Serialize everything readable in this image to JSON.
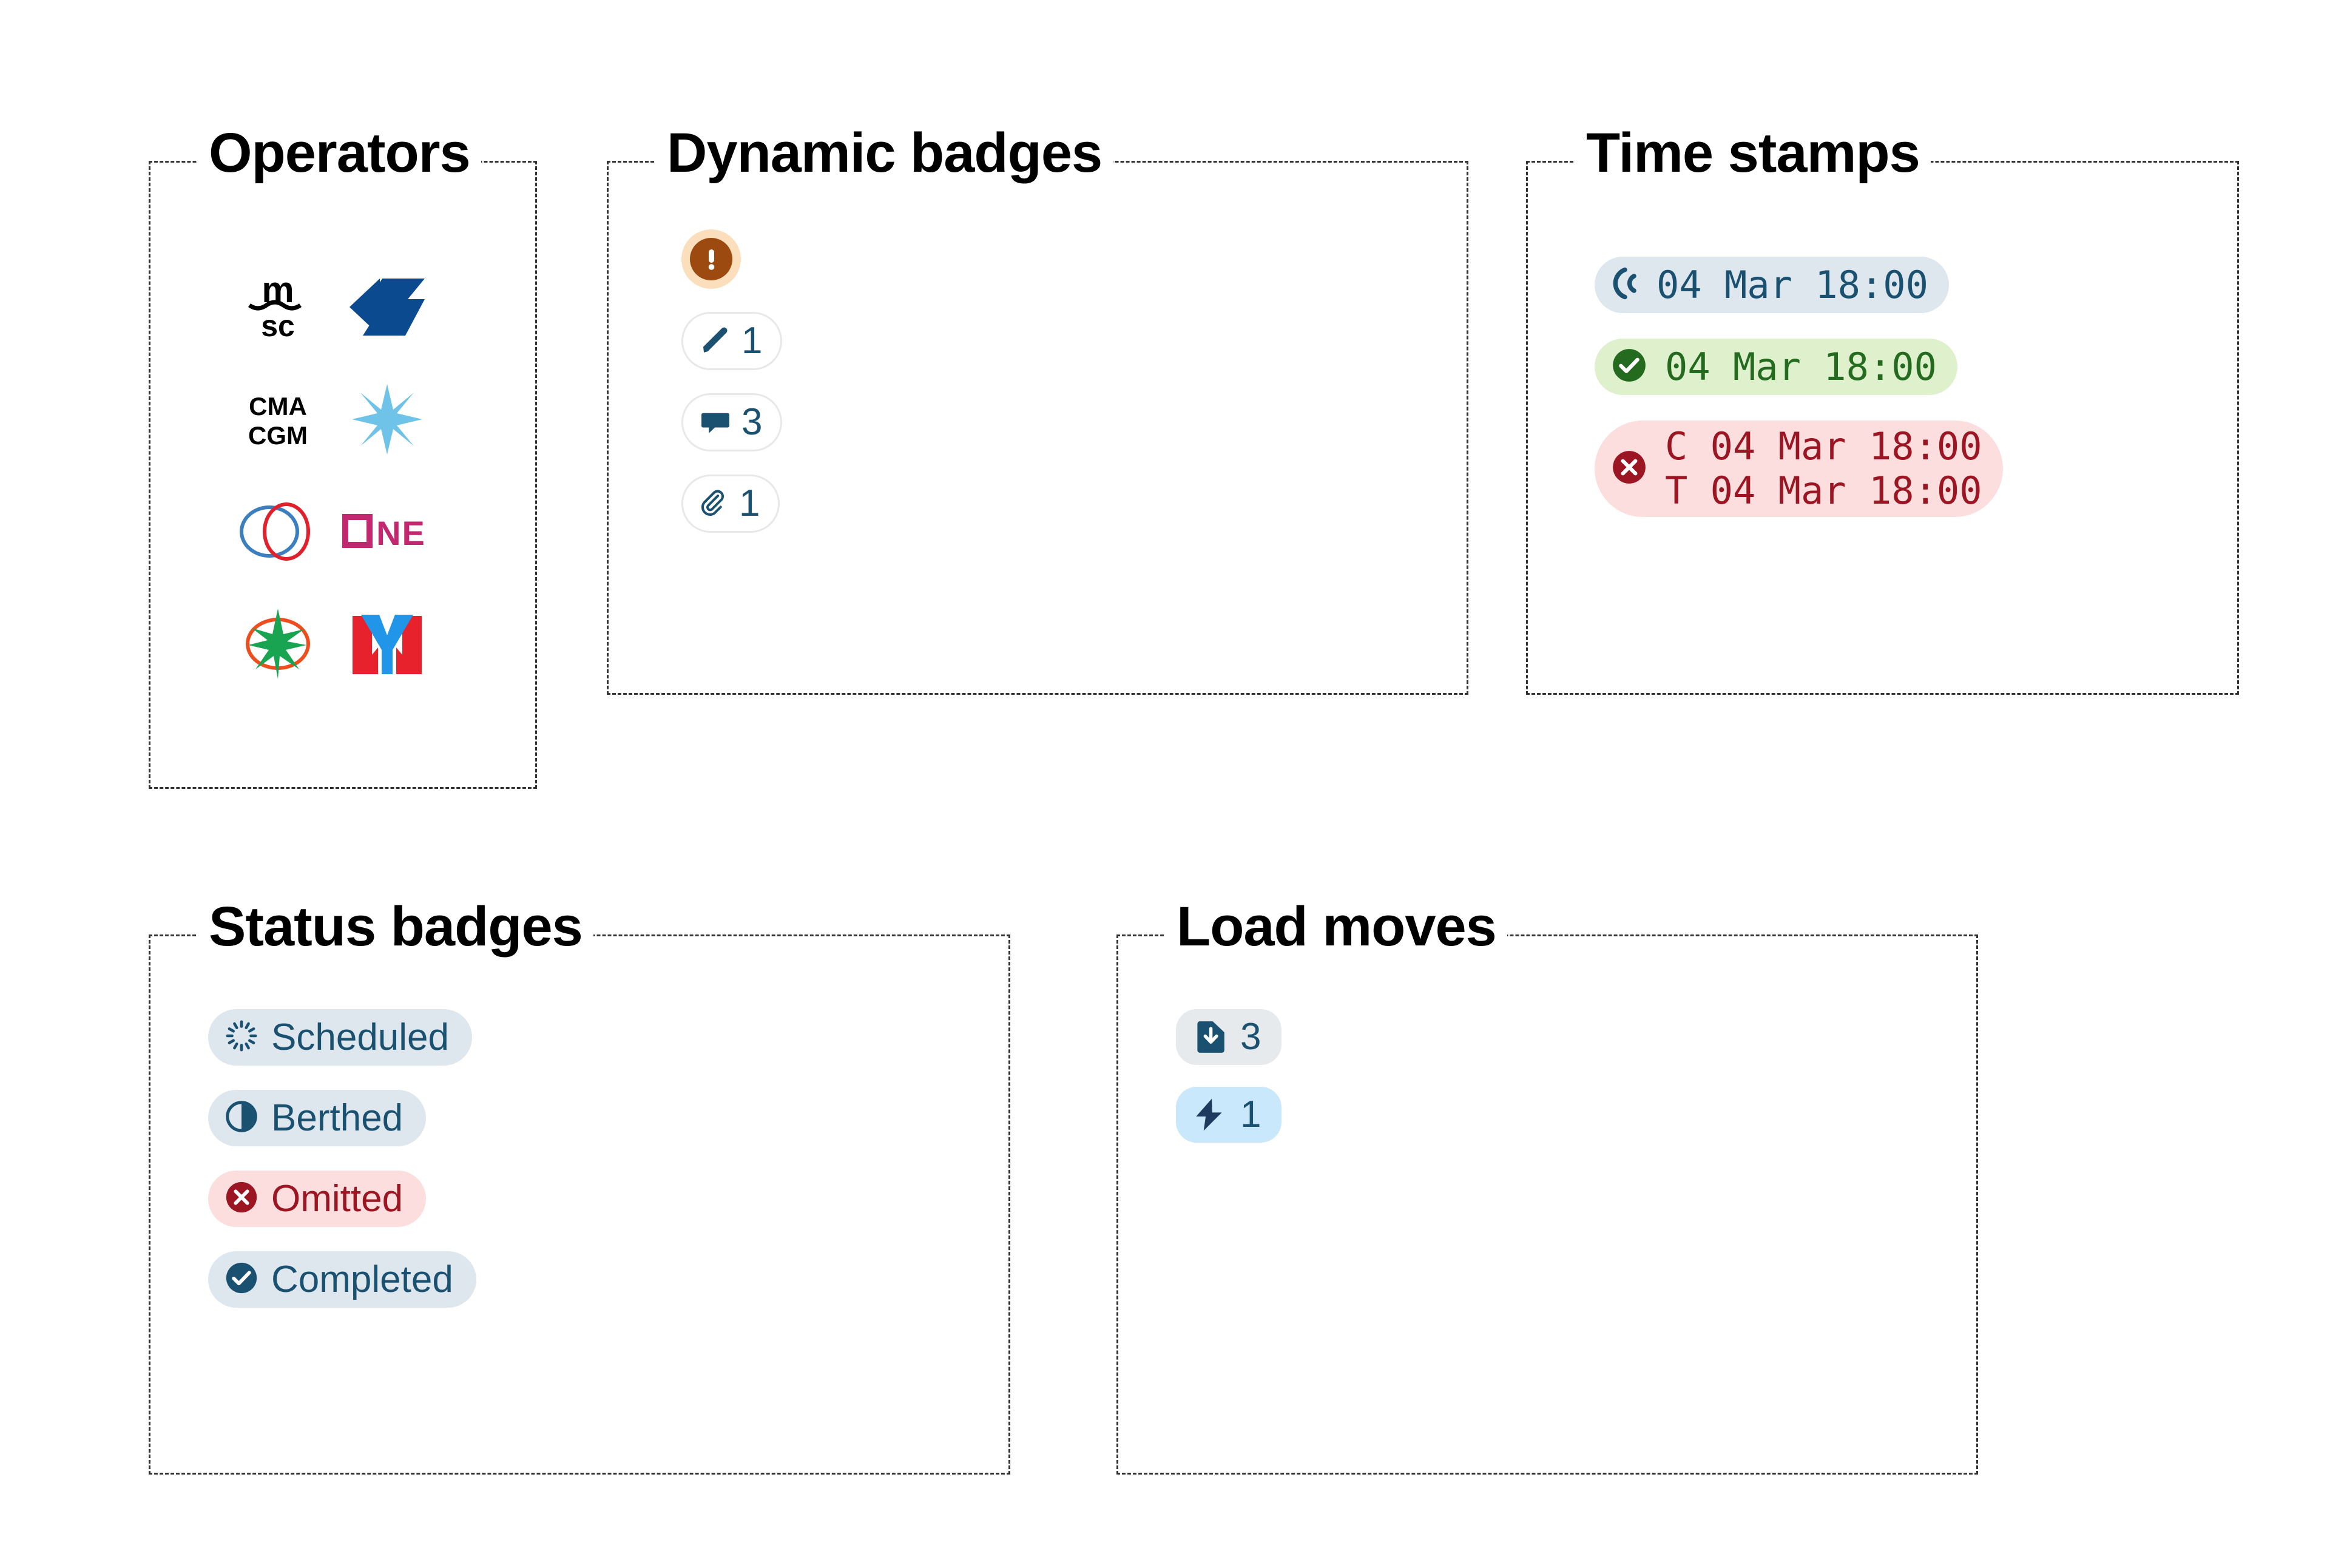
{
  "groups": {
    "operators": {
      "title": "Operators"
    },
    "dynamic": {
      "title": "Dynamic badges"
    },
    "timestamps": {
      "title": "Time stamps"
    },
    "status": {
      "title": "Status badges"
    },
    "loads": {
      "title": "Load moves"
    }
  },
  "operators": {
    "items": [
      {
        "name": "msc-logo",
        "label": "MSC",
        "line1": "m",
        "line2": "sc",
        "color": "#000000"
      },
      {
        "name": "hapag-lloyd-chevron-logo",
        "label": "Hapag-Lloyd",
        "color": "#0b4a8f"
      },
      {
        "name": "cma-cgm-logo",
        "label": "CMA CGM",
        "line1": "CMA",
        "line2": "CGM",
        "color": "#000000"
      },
      {
        "name": "maersk-star-logo",
        "label": "Maersk",
        "color": "#6fc3e8"
      },
      {
        "name": "oocl-circles-logo",
        "label": "OOCL",
        "color_a": "#3c7fbf",
        "color_b": "#e0202a"
      },
      {
        "name": "one-logo",
        "label": "ONE",
        "text": "ONE",
        "color": "#c3276f"
      },
      {
        "name": "evergreen-compass-logo",
        "label": "Evergreen",
        "color_a": "#ee4d1e",
        "color_b": "#18a451"
      },
      {
        "name": "yang-ming-logo",
        "label": "Yang Ming",
        "color_a": "#e8222c",
        "color_b": "#2196e8"
      }
    ]
  },
  "dynamic_badges": {
    "warning": {
      "name": "alert-warning-badge",
      "icon": "exclamation-icon",
      "ring_color": "#fbdfbd",
      "disc_color": "#9c4a0f"
    },
    "counts": [
      {
        "name": "edits-badge",
        "icon": "pencil-icon",
        "count": "1"
      },
      {
        "name": "comments-badge",
        "icon": "comment-icon",
        "count": "3"
      },
      {
        "name": "attachments-badge",
        "icon": "paperclip-icon",
        "count": "1"
      }
    ]
  },
  "time_stamps": {
    "items": [
      {
        "name": "estimated-timestamp",
        "icon": "broadcast-signal-icon",
        "variant": "blue",
        "lines": [
          "04 Mar 18:00"
        ],
        "bg": "#dee7ed",
        "fg": "#1b5170"
      },
      {
        "name": "actual-timestamp",
        "icon": "check-circle-icon",
        "variant": "green",
        "lines": [
          "04 Mar 18:00"
        ],
        "bg": "#dff0cd",
        "fg": "#246b1f"
      },
      {
        "name": "omitted-timestamp",
        "icon": "x-circle-icon",
        "variant": "red",
        "lines": [
          "C 04 Mar 18:00",
          "T 04 Mar 18:00"
        ],
        "bg": "#fbdedd",
        "fg": "#9b1622"
      }
    ]
  },
  "status_badges": {
    "items": [
      {
        "name": "status-badge-scheduled",
        "label": "Scheduled",
        "icon": "spinner-dots-icon",
        "variant": "sky"
      },
      {
        "name": "status-badge-berthed",
        "label": "Berthed",
        "icon": "half-circle-icon",
        "variant": "sky"
      },
      {
        "name": "status-badge-omitted",
        "label": "Omitted",
        "icon": "x-circle-icon",
        "variant": "rose"
      },
      {
        "name": "status-badge-completed",
        "label": "Completed",
        "icon": "check-circle-icon",
        "variant": "sky"
      }
    ]
  },
  "load_moves": {
    "items": [
      {
        "name": "discharge-moves-badge",
        "icon": "file-download-icon",
        "count": "3",
        "variant": "grey",
        "bg": "#e6eaec"
      },
      {
        "name": "reefer-moves-badge",
        "icon": "lightning-bolt-icon",
        "count": "1",
        "variant": "ice",
        "bg": "#c9e8fb"
      }
    ]
  }
}
